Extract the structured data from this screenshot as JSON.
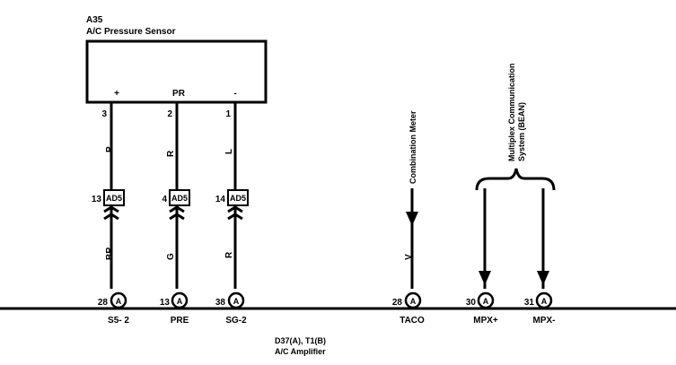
{
  "sensor": {
    "code": "A35",
    "name": "A/C Pressure Sensor",
    "pins": [
      {
        "symbol": "+",
        "number": "3",
        "wire_color": "P",
        "junction_pin": "13",
        "junction": "AD5",
        "lower_wire_color": "BR",
        "amp_pin": "28",
        "amp_label": "S5- 2"
      },
      {
        "symbol": "PR",
        "number": "2",
        "wire_color": "R",
        "junction_pin": "4",
        "junction": "AD5",
        "lower_wire_color": "G",
        "amp_pin": "13",
        "amp_label": "PRE"
      },
      {
        "symbol": "-",
        "number": "1",
        "wire_color": "L",
        "junction_pin": "14",
        "junction": "AD5",
        "lower_wire_color": "R",
        "amp_pin": "38",
        "amp_label": "SG-2"
      }
    ]
  },
  "meter": {
    "label": "Combination Meter",
    "wire_color": "V",
    "amp_pin": "28",
    "amp_label": "TACO"
  },
  "mpx": {
    "label_line1": "Multiplex Communication",
    "label_line2": "System (BEAN)",
    "lines": [
      {
        "amp_pin": "30",
        "amp_label": "MPX+"
      },
      {
        "amp_pin": "31",
        "amp_label": "MPX-"
      }
    ]
  },
  "amplifier": {
    "connectors": "D37(A), T1(B)",
    "name": "A/C Amplifier",
    "terminal_symbol": "A"
  }
}
